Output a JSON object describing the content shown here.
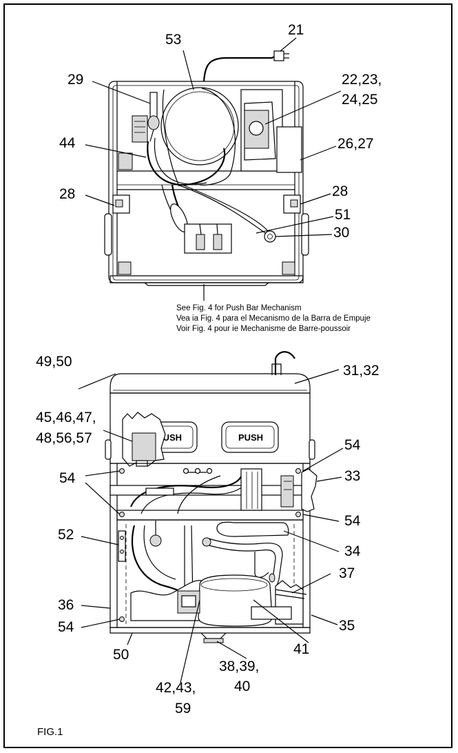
{
  "figure_caption": "FIG.1",
  "note_lines": [
    "See Fig. 4 for Push Bar Mechanism",
    "Vea ia Fig. 4 para el Mecanismo de la Barra de Empuje",
    "Voir Fig. 4 pour ie Mechanisme de Barre-poussoir"
  ],
  "push_labels": [
    "PUSH",
    "PUSH"
  ],
  "callouts": {
    "c21": "21",
    "c53": "53",
    "c29": "29",
    "c22": "22,23,",
    "c24": "24,25",
    "c44": "44",
    "c26": "26,27",
    "c28a": "28",
    "c28b": "28",
    "c51": "51",
    "c30": "30",
    "c49": "49,50",
    "c31": "31,32",
    "c45a": "45,46,47,",
    "c45b": "48,56,57",
    "c54a": "54",
    "c54b": "54",
    "c54c": "54",
    "c54d": "54",
    "c33": "33",
    "c52": "52",
    "c34": "34",
    "c37": "37",
    "c36": "36",
    "c35": "35",
    "c50": "50",
    "c41": "41",
    "c38a": "38,39,",
    "c38b": "40",
    "c42a": "42,43,",
    "c42b": "59"
  }
}
